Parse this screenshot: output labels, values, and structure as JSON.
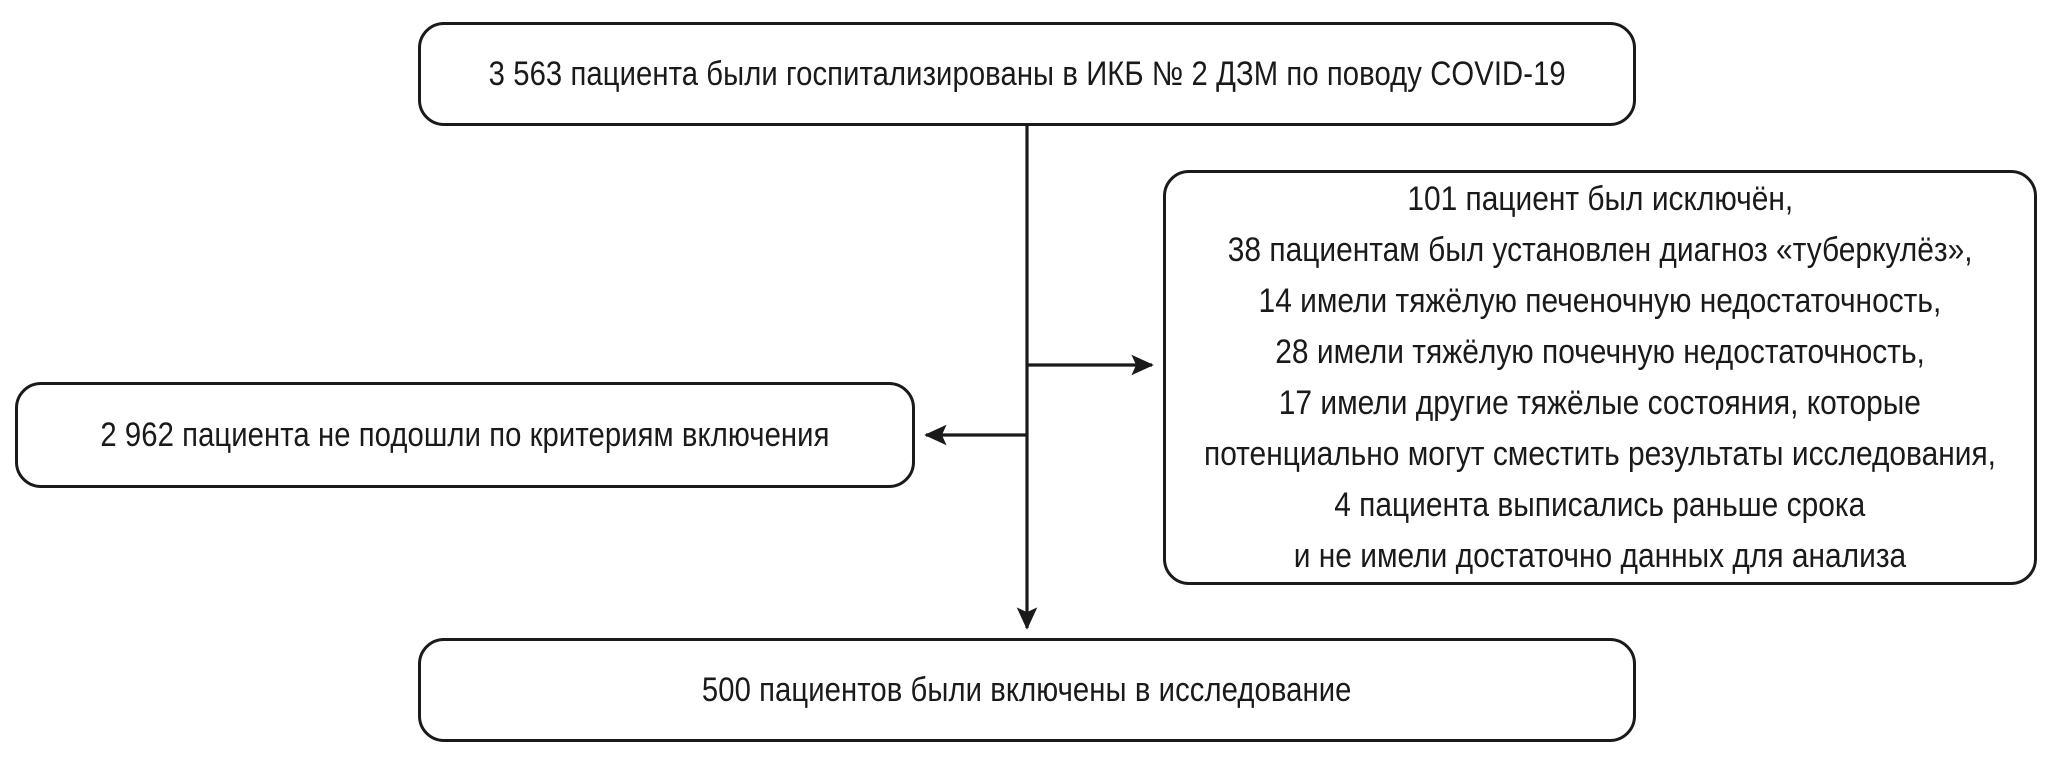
{
  "diagram": {
    "type": "flowchart",
    "title": "",
    "language": "ru",
    "colors": {
      "stroke": "#1a1a1a",
      "fill": "#ffffff",
      "text": "#1a1a1a"
    },
    "nodes": {
      "hospitalized": {
        "id": "hospitalized",
        "role": "source",
        "text": "3 563 пациента были госпитализированы в ИКБ № 2 ДЗМ по поводу COVID-19",
        "count": 3563
      },
      "excluded": {
        "id": "excluded",
        "role": "exclusion-detail",
        "count": 101,
        "lines": [
          "101 пациент был исключён,",
          "38 пациентам был установлен диагноз «туберкулёз»,",
          "14 имели тяжёлую печеночную недостаточность,",
          "28 имели тяжёлую почечную недостаточность,",
          "17 имели другие тяжёлые состояния, которые",
          "потенциально могут сместить результаты исследования,",
          "4 пациента выписались раньше срока",
          "и не имели достаточно данных для анализа"
        ]
      },
      "not_eligible": {
        "id": "not_eligible",
        "role": "exclusion",
        "text": "2 962 пациента не подошли по критериям включения",
        "count": 2962
      },
      "included": {
        "id": "included",
        "role": "result",
        "text": "500 пациентов были включены в исследование",
        "count": 500
      }
    },
    "edges": [
      {
        "id": "edge-to-excluded",
        "from": "hospitalized",
        "to": "excluded",
        "direction": "right"
      },
      {
        "id": "edge-to-not-eligible",
        "from": "hospitalized",
        "to": "not_eligible",
        "direction": "left"
      },
      {
        "id": "edge-to-included",
        "from": "hospitalized",
        "to": "included",
        "direction": "down"
      }
    ]
  }
}
